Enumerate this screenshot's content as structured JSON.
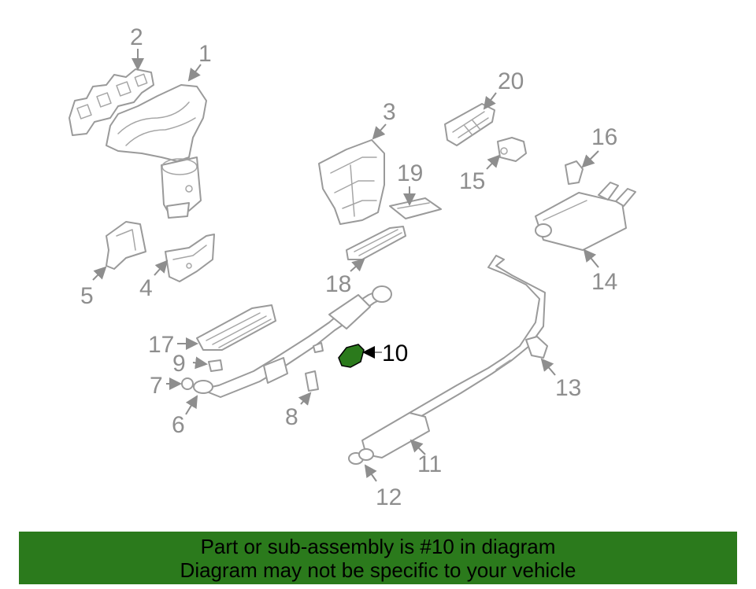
{
  "diagram": {
    "callouts": [
      "1",
      "2",
      "3",
      "4",
      "5",
      "6",
      "7",
      "8",
      "9",
      "10",
      "11",
      "12",
      "13",
      "14",
      "15",
      "16",
      "17",
      "18",
      "19",
      "20"
    ],
    "highlighted_part": "10",
    "highlight_color": "#2b7a1c",
    "line_color": "#9a9a9a"
  },
  "banner": {
    "line1": "Part or sub-assembly is #10 in diagram",
    "line2": "Diagram may not be specific to your vehicle",
    "background": "#2b7a1c"
  }
}
